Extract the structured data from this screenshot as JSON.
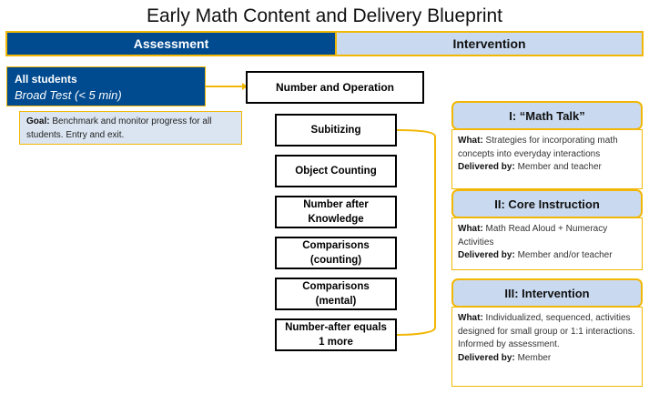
{
  "title": "Early Math Content and Delivery Blueprint",
  "header": {
    "assessment": "Assessment",
    "intervention": "Intervention"
  },
  "assessment": {
    "group": "All students",
    "test": "Broad Test (< 5 min)",
    "goal_label": "Goal:",
    "goal_text": " Benchmark and monitor progress for all students. Entry and exit."
  },
  "content_area": "Number and Operation",
  "skills": [
    "Subitizing",
    "Object Counting",
    "Number after Knowledge",
    "Comparisons (counting)",
    "Comparisons (mental)",
    "Number-after equals 1 more"
  ],
  "tiers": [
    {
      "title": "I: “Math Talk”",
      "what_label": "What:",
      "what": " Strategies for incorporating math concepts into everyday interactions",
      "by_label": "Delivered by:",
      "by": " Member and teacher"
    },
    {
      "title": "II: Core Instruction",
      "what_label": "What:",
      "what": " Math Read Aloud + Numeracy Activities",
      "by_label": "Delivered by:",
      "by": " Member and/or teacher"
    },
    {
      "title": "III: Intervention",
      "what_label": "What:",
      "what": " Individualized, sequenced, activities designed for small group or 1:1 interactions. Informed by assessment.",
      "by_label": "Delivered by:",
      "by": " Member"
    }
  ],
  "colors": {
    "navy": "#004a8f",
    "gold": "#f2b705",
    "light_blue": "#c9daf0"
  }
}
